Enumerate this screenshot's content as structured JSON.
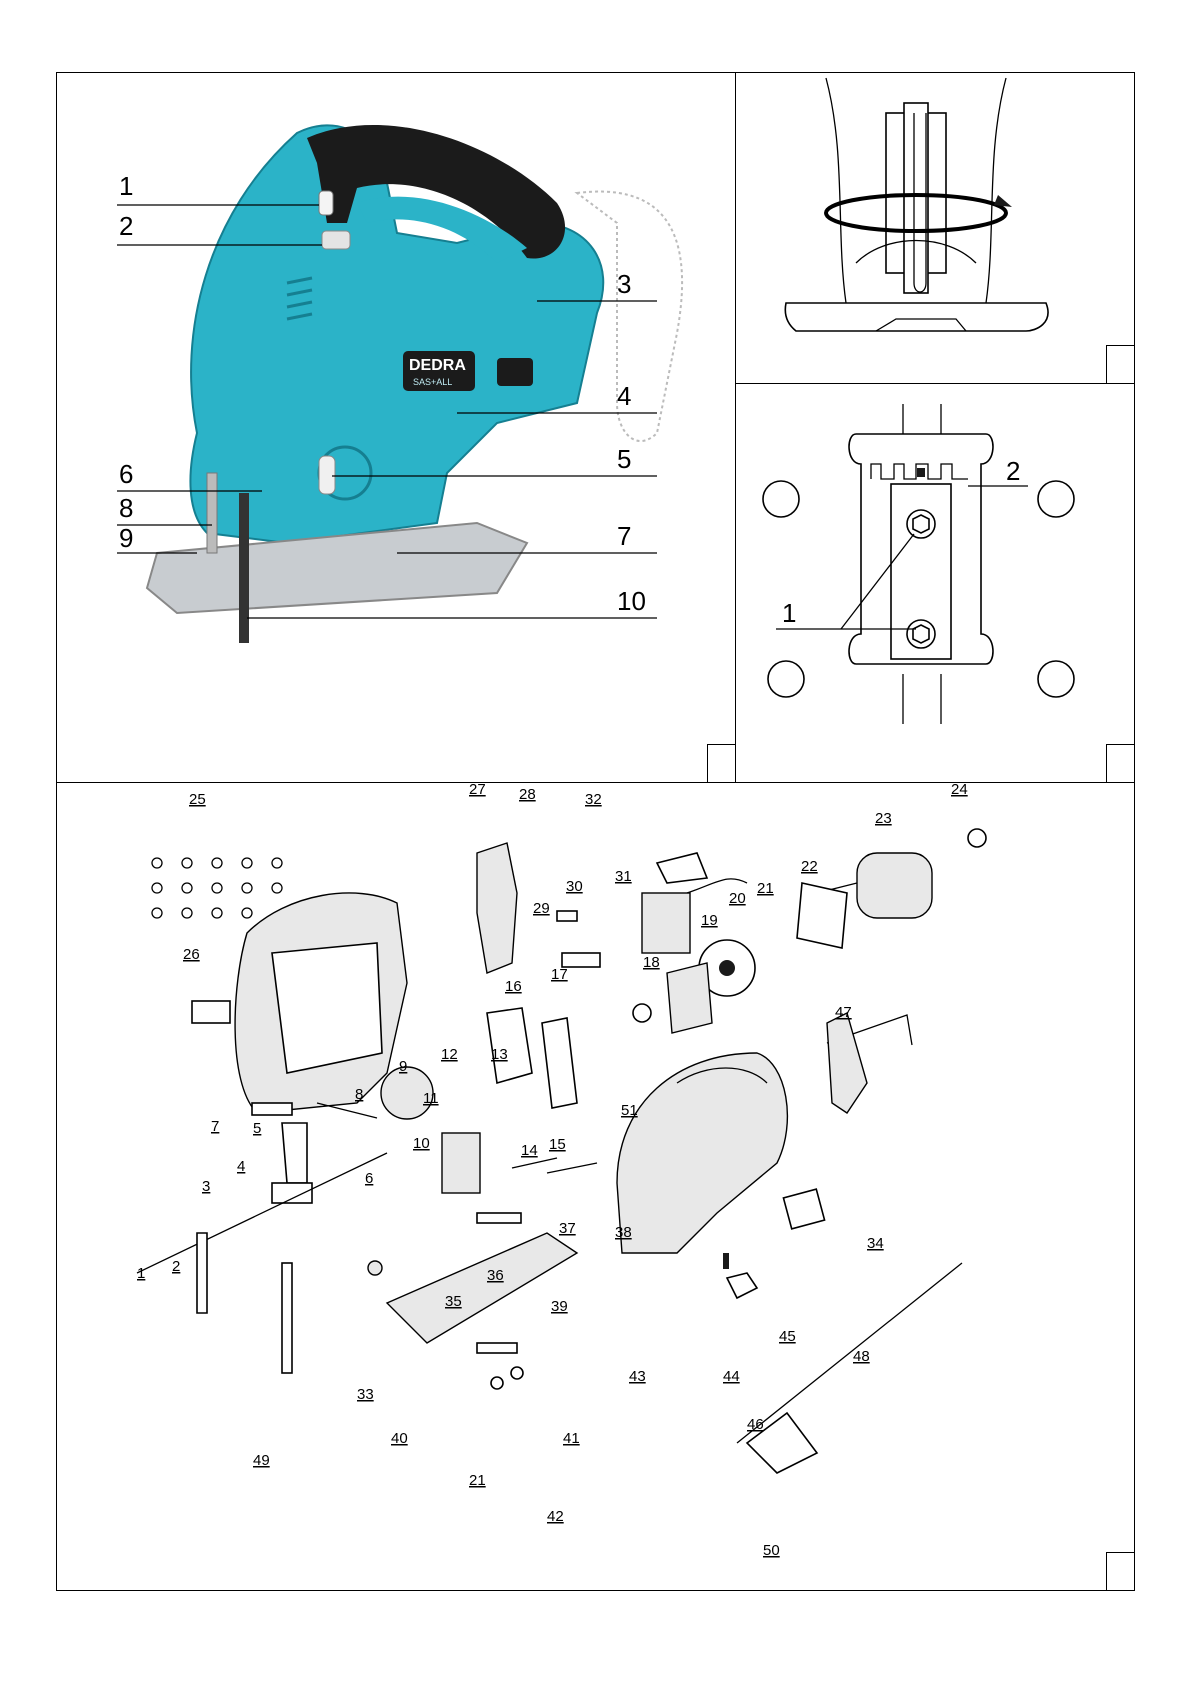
{
  "brand": {
    "logo_text": "DEDRA",
    "badge_text": "SAS+ALL"
  },
  "colors": {
    "body": "#2bb3c8",
    "body_dark": "#1c8ea2",
    "handle": "#1b1b1b",
    "base": "#c8ccd0"
  },
  "overview_callouts": [
    "1",
    "2",
    "3",
    "4",
    "5",
    "6",
    "7",
    "8",
    "9",
    "10"
  ],
  "clamp_callouts": [
    "1",
    "2"
  ],
  "parts": [
    "1",
    "2",
    "3",
    "4",
    "5",
    "6",
    "7",
    "8",
    "9",
    "10",
    "11",
    "12",
    "13",
    "14",
    "15",
    "16",
    "17",
    "18",
    "19",
    "20",
    "21",
    "22",
    "23",
    "24",
    "25",
    "26",
    "27",
    "28",
    "29",
    "30",
    "31",
    "32",
    "33",
    "34",
    "35",
    "36",
    "37",
    "38",
    "39",
    "40",
    "41",
    "42",
    "43",
    "44",
    "45",
    "46",
    "47",
    "48",
    "49",
    "50",
    "51",
    "21"
  ]
}
